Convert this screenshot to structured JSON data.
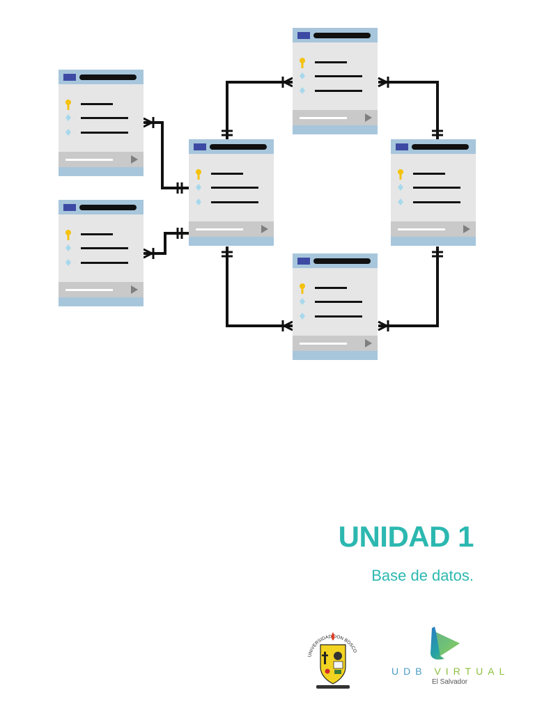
{
  "cover": {
    "unit_title": "UNIDAD 1",
    "unit_subtitle": "Base de datos."
  },
  "logos": {
    "udb_seal": "UNIVERSIDAD DON BOSCO",
    "udb_virtual_prefix": "UDB ",
    "udb_virtual_word": "VIRTUAL",
    "udb_virtual_country": "El Salvador"
  },
  "colors": {
    "accent": "#2cb8b0",
    "table_header": "#a7c6dc",
    "table_body": "#e6e6e6",
    "table_footer": "#c9c9c9",
    "header_swatch": "#3d4aa3",
    "key": "#f4c20d",
    "field_icon": "#a7d8ec"
  },
  "icons": {
    "primary_key": "key-icon",
    "field": "diamond-icon",
    "next": "play-arrow-icon"
  }
}
